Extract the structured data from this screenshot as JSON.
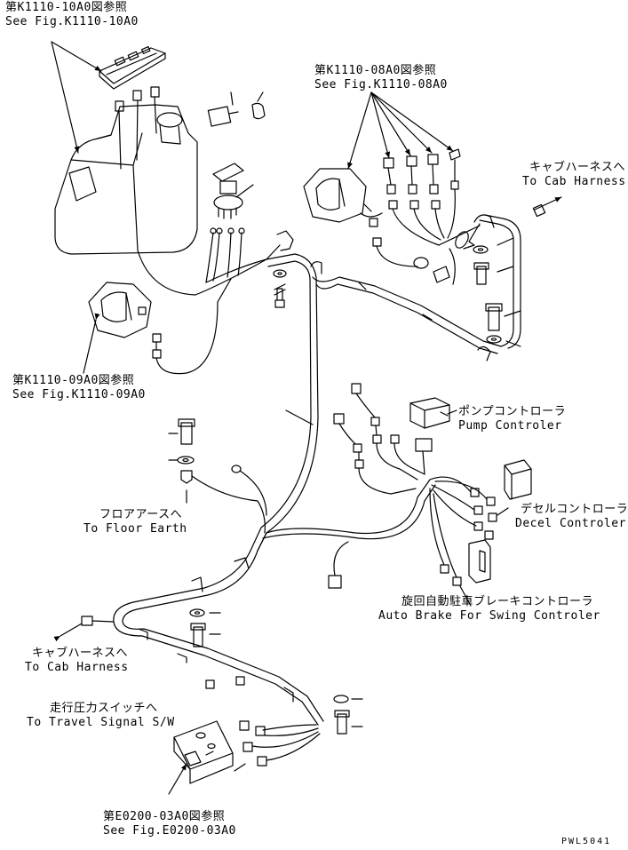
{
  "labels": {
    "fig_k1110_10a0": {
      "jp": "第K1110-10A0図参照",
      "en": "See Fig.K1110-10A0"
    },
    "fig_k1110_08a0": {
      "jp": "第K1110-08A0図参照",
      "en": "See Fig.K1110-08A0"
    },
    "cab_harness_upper": {
      "jp": "キャブハーネスへ",
      "en": "To Cab Harness"
    },
    "fig_k1110_09a0": {
      "jp": "第K1110-09A0図参照",
      "en": "See Fig.K1110-09A0"
    },
    "pump_controller": {
      "jp": "ポンプコントローラ",
      "en": "Pump Controler"
    },
    "floor_earth": {
      "jp": "フロアアースへ",
      "en": "To Floor Earth"
    },
    "decel_controller": {
      "jp": "デセルコントローラ",
      "en": "Decel Controler"
    },
    "auto_brake": {
      "jp": "旋回自動駐車ブレーキコントローラ",
      "en": "Auto Brake For Swing Controler"
    },
    "cab_harness_lower": {
      "jp": "キャブハーネスへ",
      "en": "To Cab Harness"
    },
    "travel_signal": {
      "jp": "走行圧力スイッチへ",
      "en": "To Travel Signal S/W"
    },
    "fig_e0200_03a0": {
      "jp": "第E0200-03A0図参照",
      "en": "See Fig.E0200-03A0"
    },
    "drawing_code": "PWL5041"
  }
}
